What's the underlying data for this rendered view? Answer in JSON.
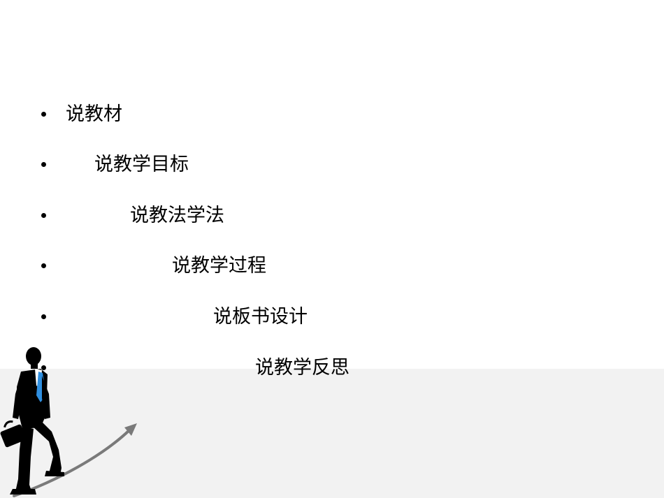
{
  "slide": {
    "items": [
      {
        "label": "说教材"
      },
      {
        "label": "说教学目标"
      },
      {
        "label": "说教法学法"
      },
      {
        "label": "说教学过程"
      },
      {
        "label": "说板书设计"
      },
      {
        "label": "说教学反思"
      }
    ]
  },
  "illustration": {
    "icon": "businessman-climbing-arrow-icon",
    "tie_color": "#2f8fe0",
    "arrow_color": "#7a7a7a"
  }
}
